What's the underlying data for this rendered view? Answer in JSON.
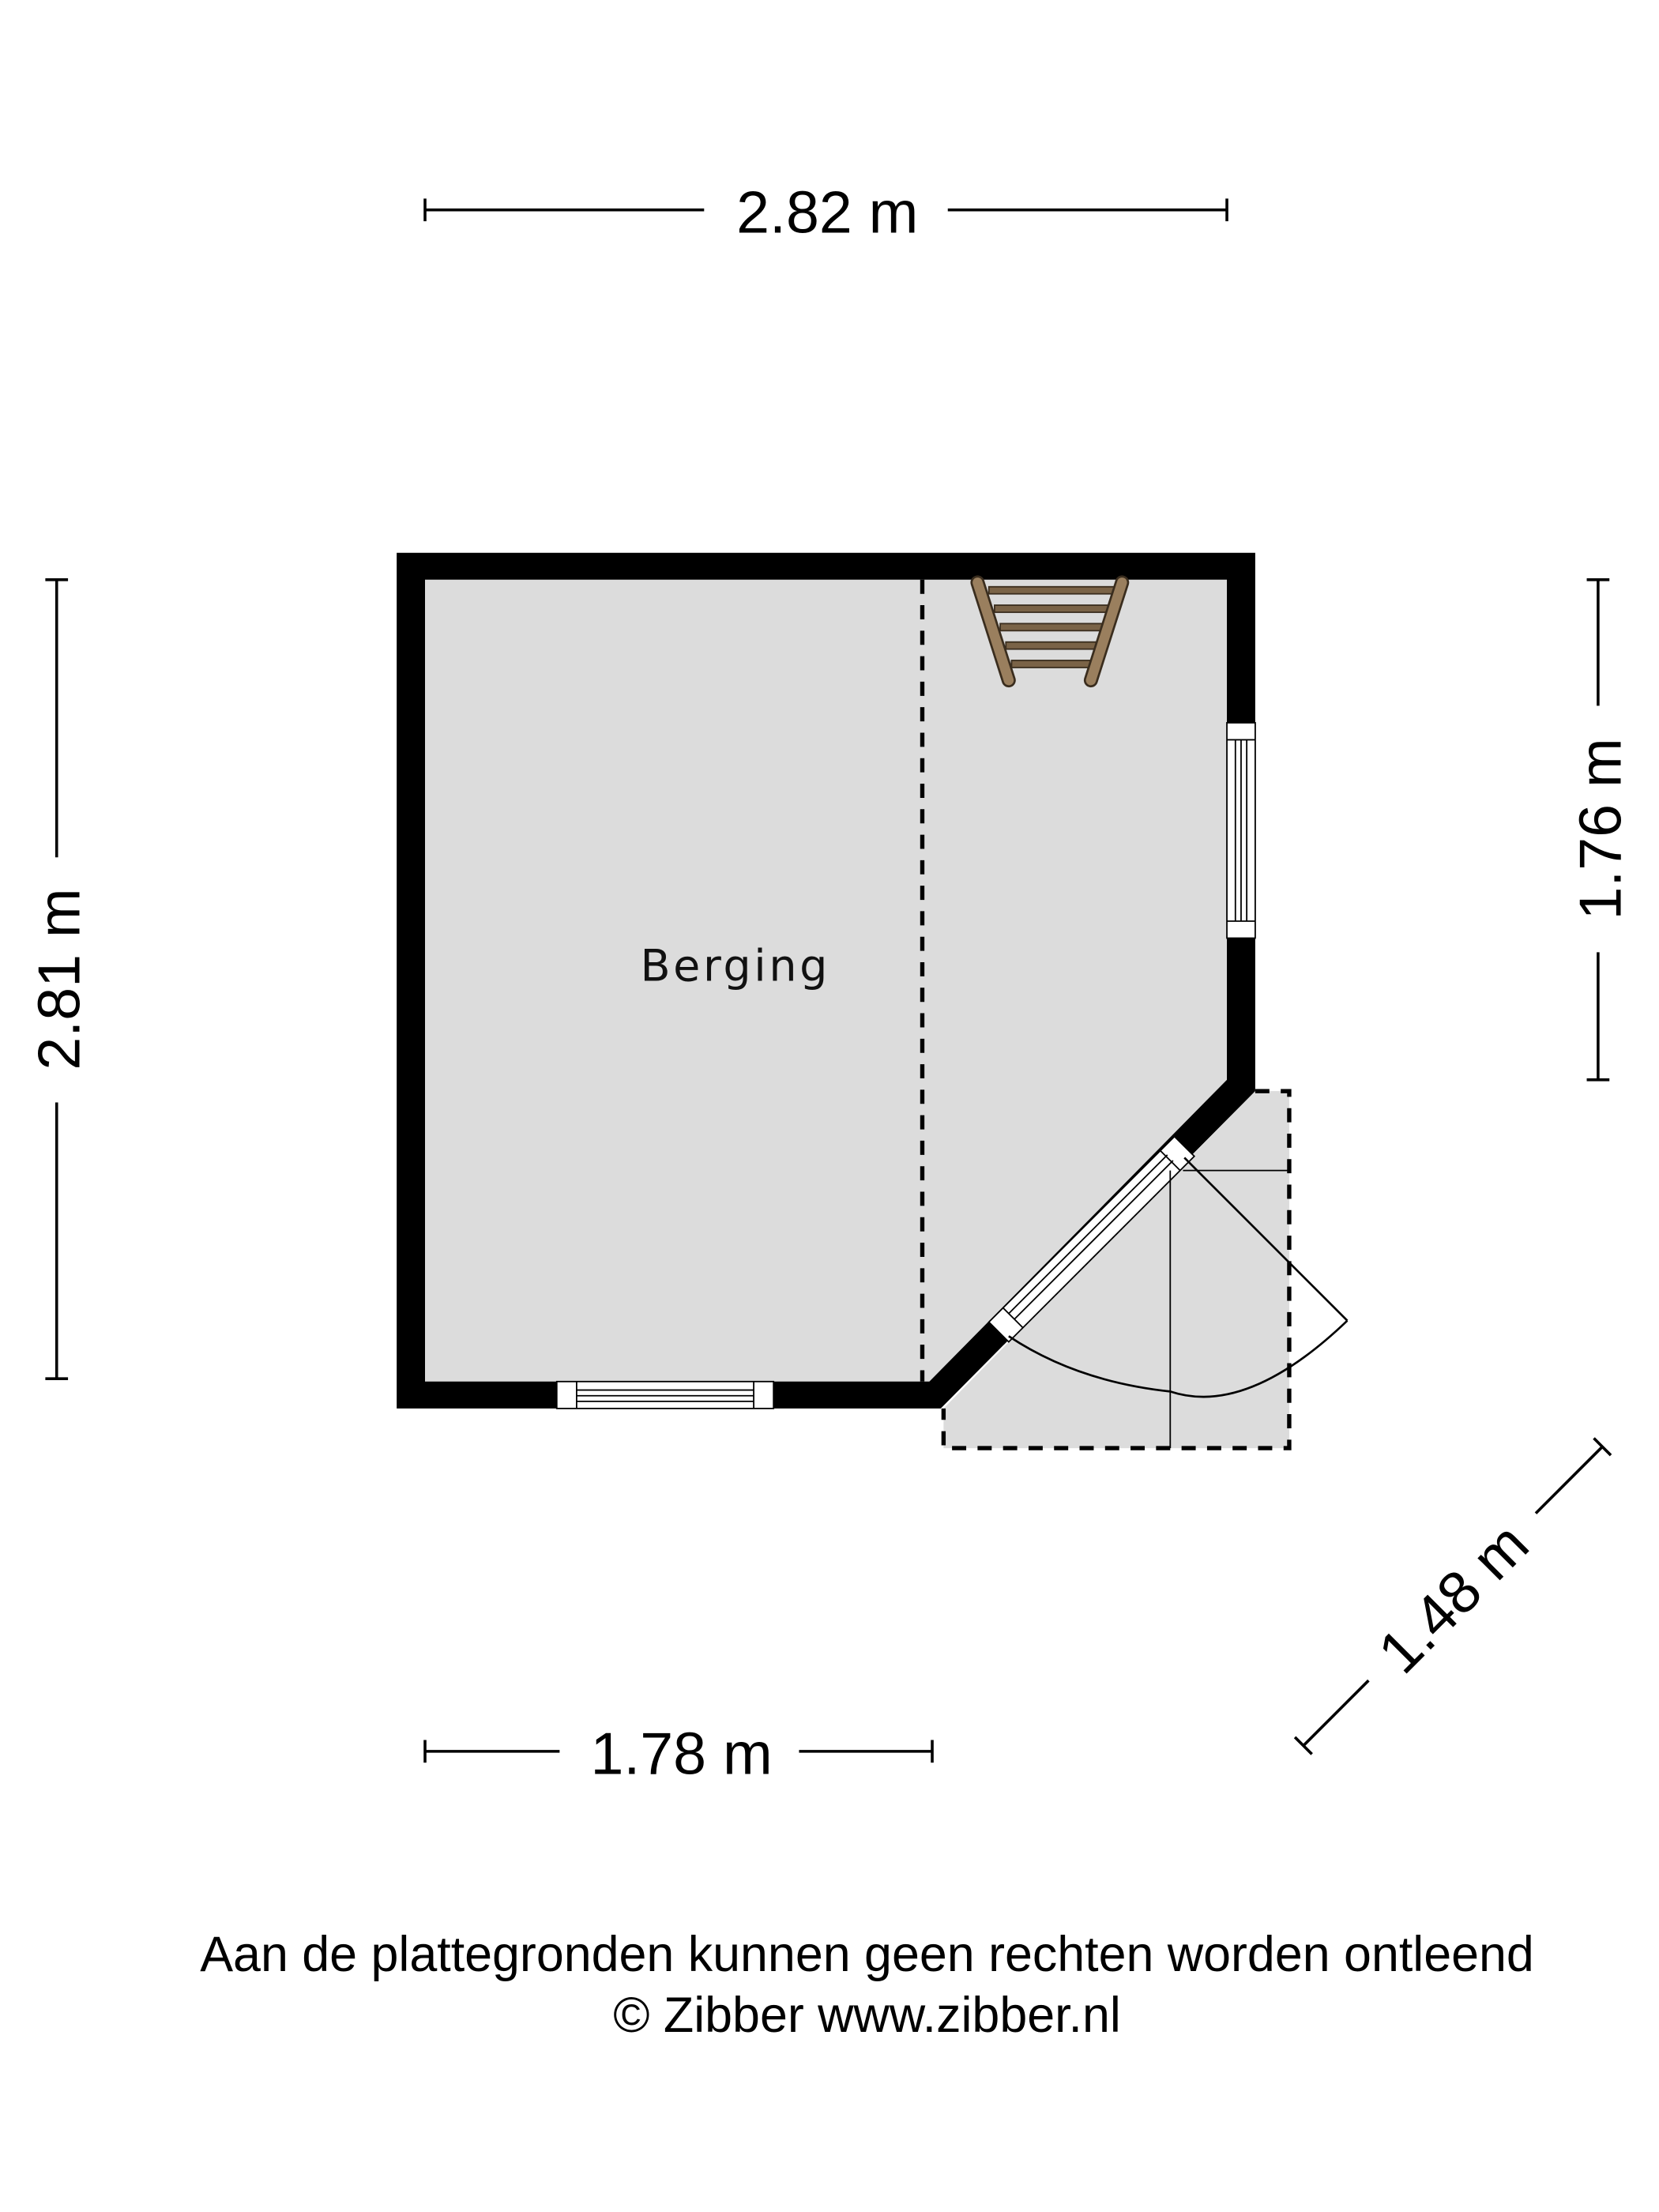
{
  "room": {
    "name": "Berging"
  },
  "dimensions": {
    "top_width": "2.82 m",
    "left_height": "2.81 m",
    "right_height": "1.76 m",
    "bottom_width": "1.78 m",
    "diagonal": "1.48 m"
  },
  "footer": {
    "disclaimer": "Aan de plattegronden kunnen geen rechten worden ontleend",
    "copyright": "© Zibber www.zibber.nl"
  },
  "colors": {
    "floor": "#dcdcdc",
    "wall": "#000000",
    "ladder": "#7a6347"
  }
}
